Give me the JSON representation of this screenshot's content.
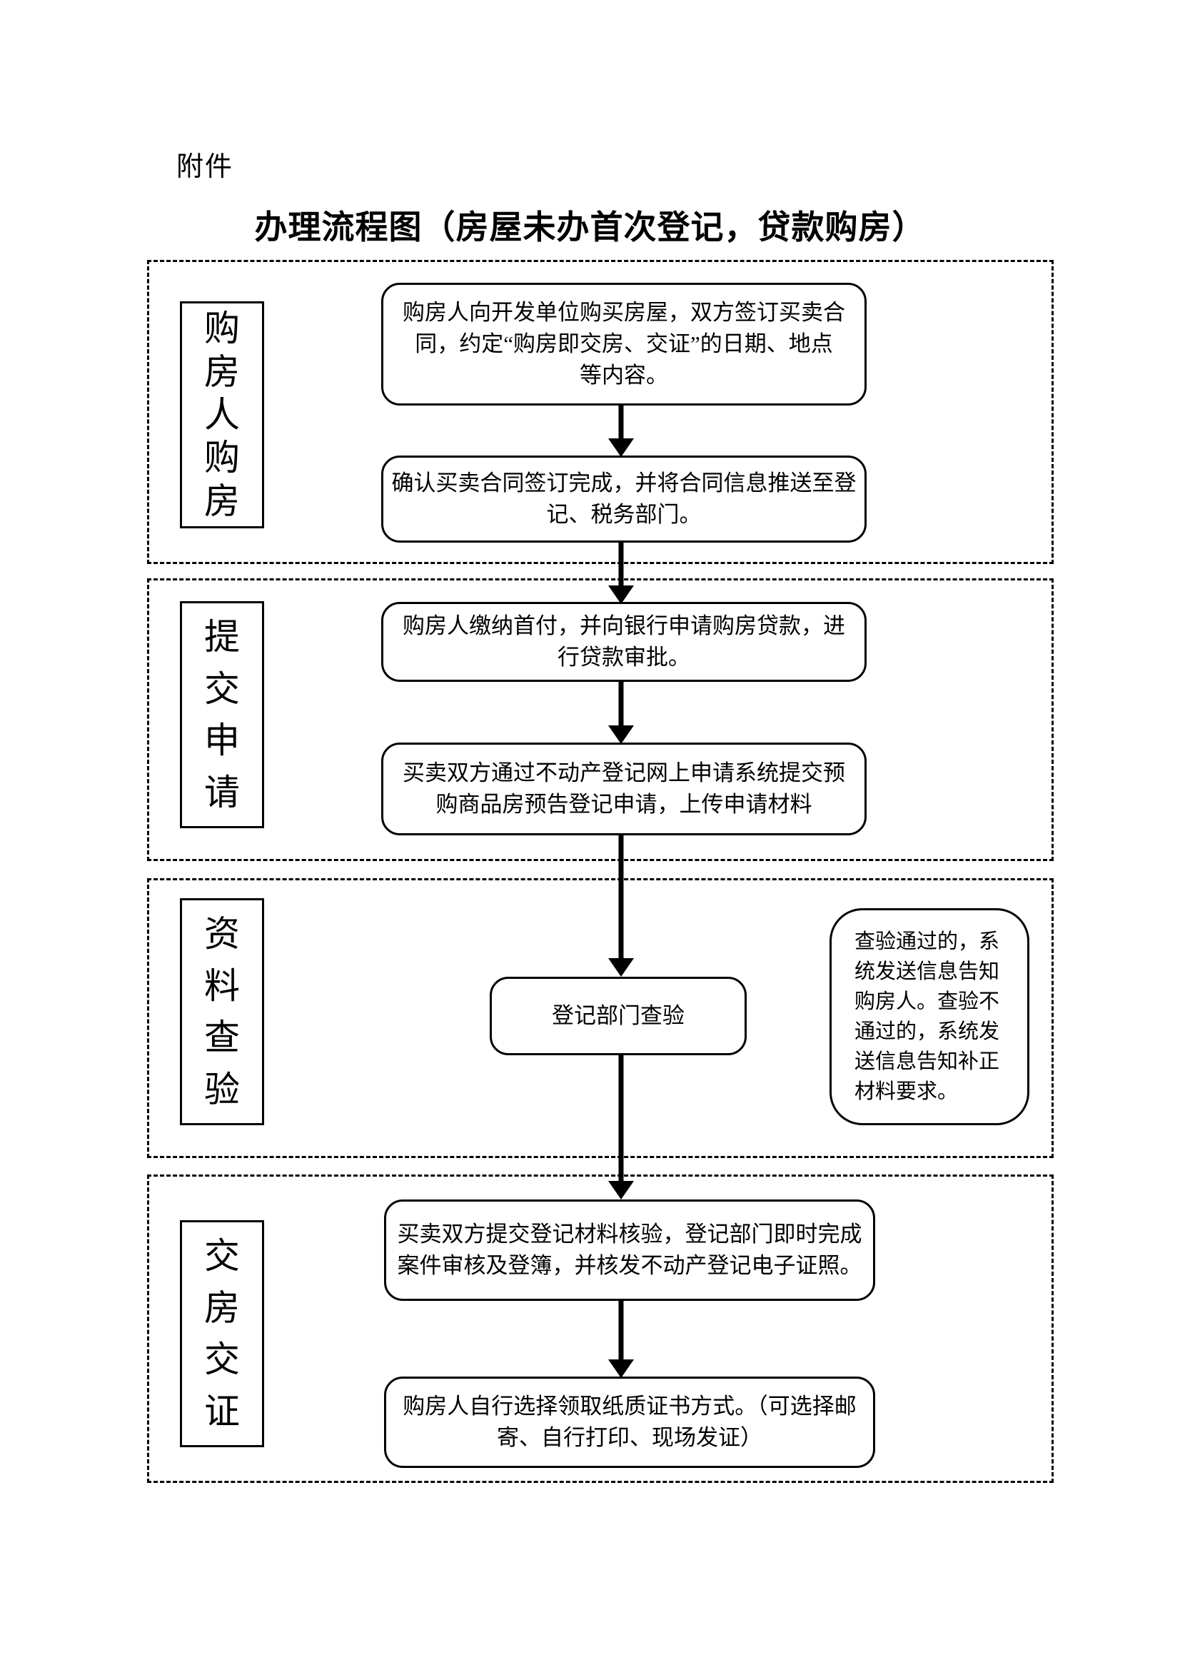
{
  "colors": {
    "ink": "#000000",
    "paper": "#ffffff"
  },
  "page": {
    "attachment_label": "附件",
    "title": "办理流程图（房屋未办首次登记，贷款购房）"
  },
  "sections": [
    {
      "label": "购房人购房",
      "steps": [
        "购房人向开发单位购买房屋，双方签订买卖合\n同，约定“购房即交房、交证”的日期、地点\n等内容。",
        "确认买卖合同签订完成，并将合同信息推送至登\n记、税务部门。"
      ]
    },
    {
      "label": "提交申请",
      "steps": [
        "购房人缴纳首付，并向银行申请购房贷款，进\n行贷款审批。",
        "买卖双方通过不动产登记网上申请系统提交预\n购商品房预告登记申请，上传申请材料"
      ]
    },
    {
      "label": "资料查验",
      "steps": [
        "登记部门查验"
      ],
      "note": "查验通过的，系\n统发送信息告知\n购房人。查验不\n通过的，系统发\n送信息告知补正\n材料要求。"
    },
    {
      "label": "交房交证",
      "steps": [
        "买卖双方提交登记材料核验，登记部门即时完成\n案件审核及登簿，并核发不动产登记电子证照。",
        "购房人自行选择领取纸质证书方式。（可选择邮\n寄、自行打印、现场发证）"
      ]
    }
  ]
}
